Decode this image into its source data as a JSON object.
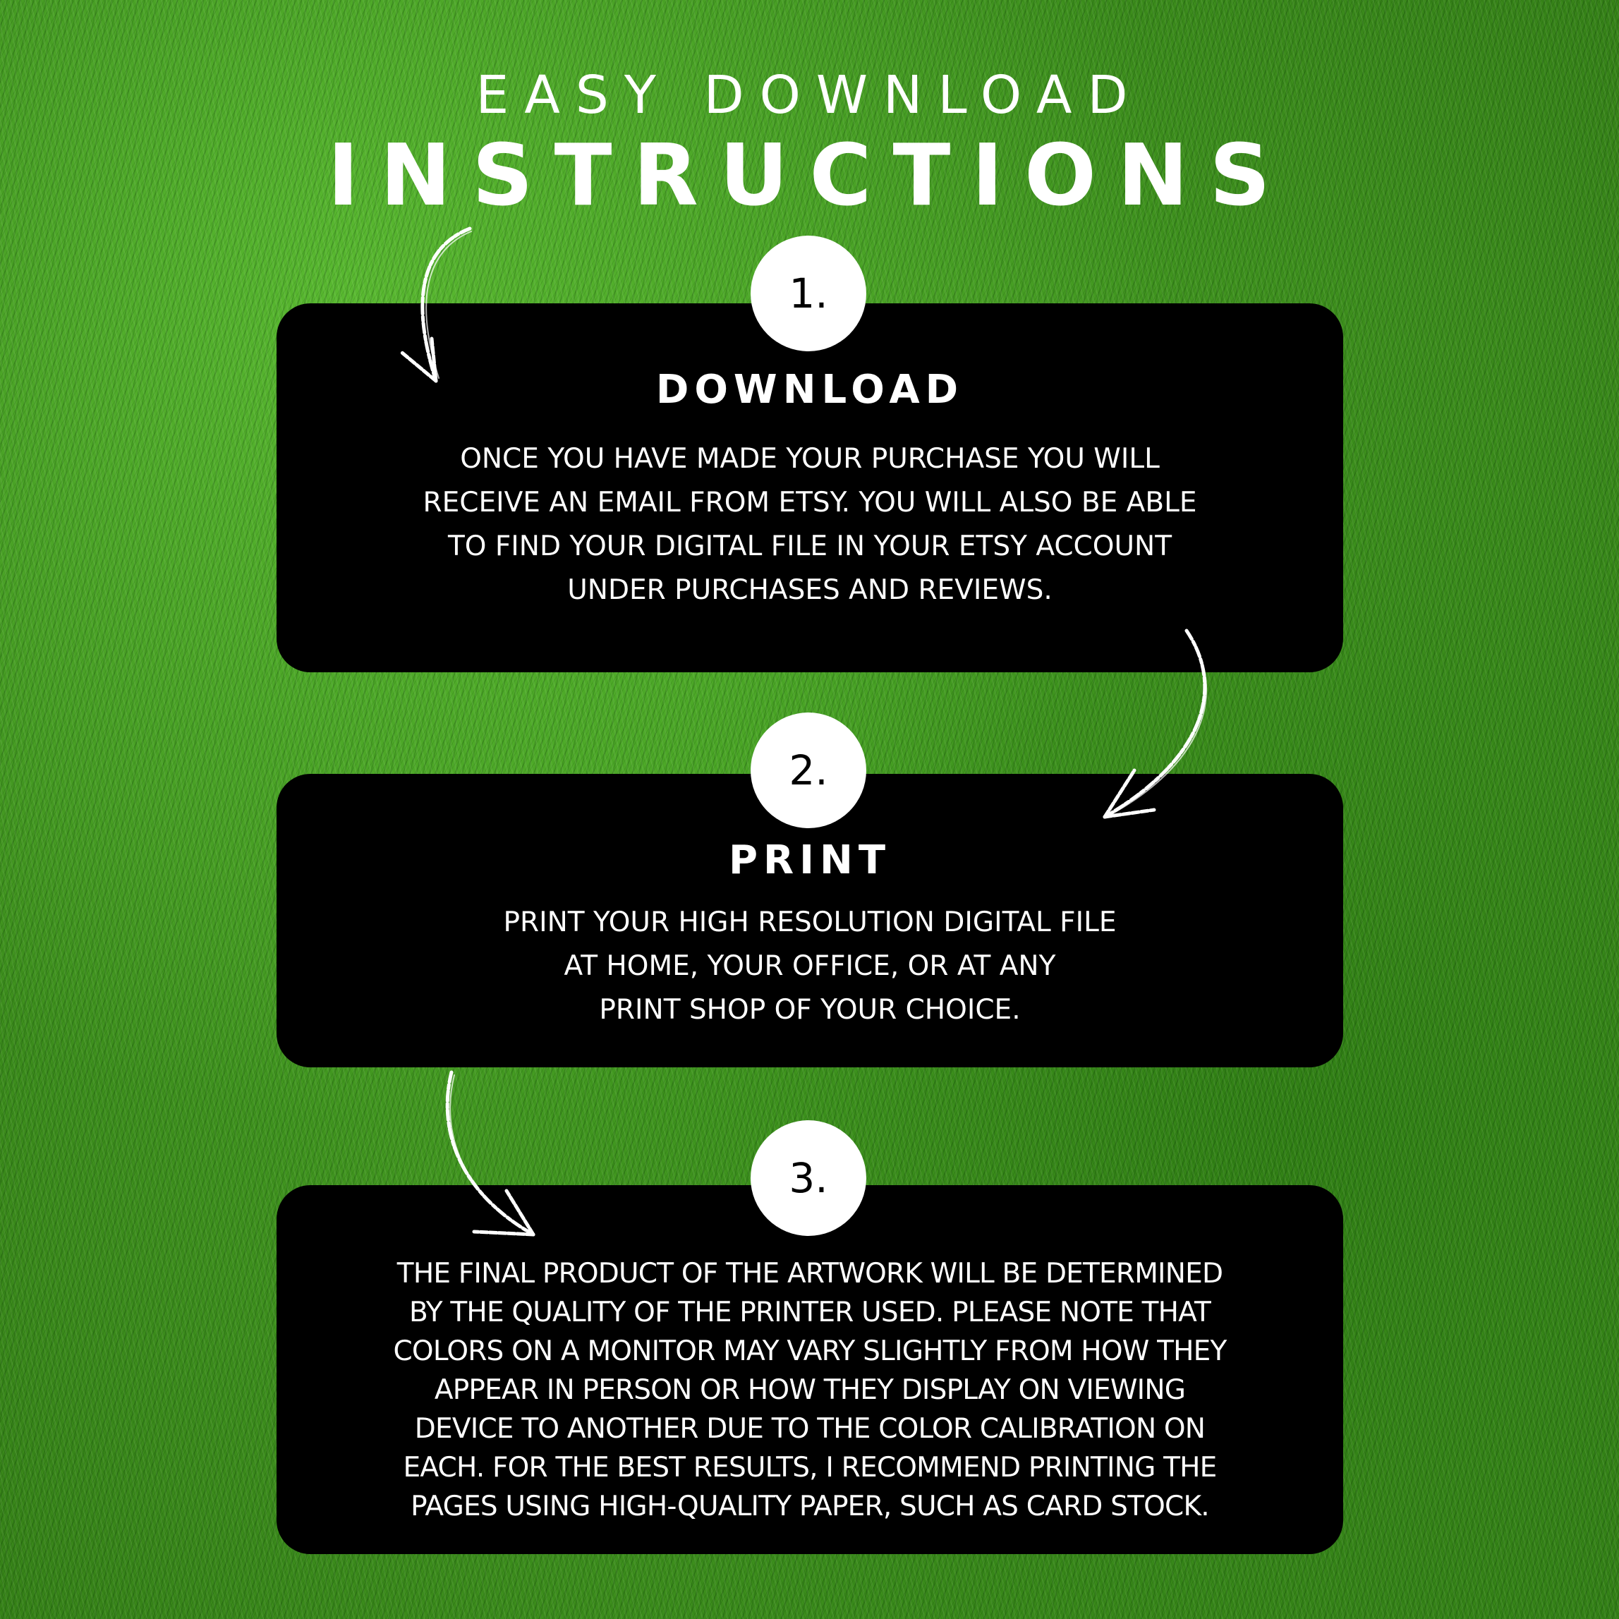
{
  "header": {
    "top": "EASY DOWNLOAD",
    "main": "INSTRUCTIONS"
  },
  "steps": [
    {
      "number": "1.",
      "title": "DOWNLOAD",
      "body": [
        "ONCE YOU HAVE MADE YOUR PURCHASE YOU WILL",
        "RECEIVE AN EMAIL FROM ETSY. YOU WILL ALSO BE ABLE",
        "TO FIND YOUR DIGITAL FILE IN YOUR ETSY ACCOUNT",
        "UNDER PURCHASES AND REVIEWS."
      ]
    },
    {
      "number": "2.",
      "title": "PRINT",
      "body": [
        "PRINT YOUR HIGH RESOLUTION DIGITAL FILE",
        "AT HOME, YOUR OFFICE,  OR AT ANY",
        "PRINT SHOP OF YOUR CHOICE."
      ]
    },
    {
      "number": "3.",
      "body": [
        "THE FINAL PRODUCT OF THE ARTWORK WILL BE DETERMINED",
        "BY THE QUALITY OF THE PRINTER USED. PLEASE NOTE THAT",
        "COLORS ON A MONITOR MAY VARY SLIGHTLY FROM HOW THEY",
        "APPEAR IN PERSON OR HOW THEY DISPLAY ON VIEWING",
        "DEVICE TO ANOTHER DUE TO THE COLOR CALIBRATION ON",
        "EACH. FOR THE BEST RESULTS, I RECOMMEND PRINTING THE",
        "PAGES USING HIGH-QUALITY PAPER, SUCH AS CARD STOCK."
      ]
    }
  ],
  "colors": {
    "background": "#3f9a1f",
    "card": "#000000",
    "text": "#ffffff",
    "badge": "#ffffff",
    "badge_text": "#000000"
  },
  "icons": [
    "chalk-arrow-icon",
    "chalk-arrow-icon",
    "chalk-arrow-icon"
  ]
}
